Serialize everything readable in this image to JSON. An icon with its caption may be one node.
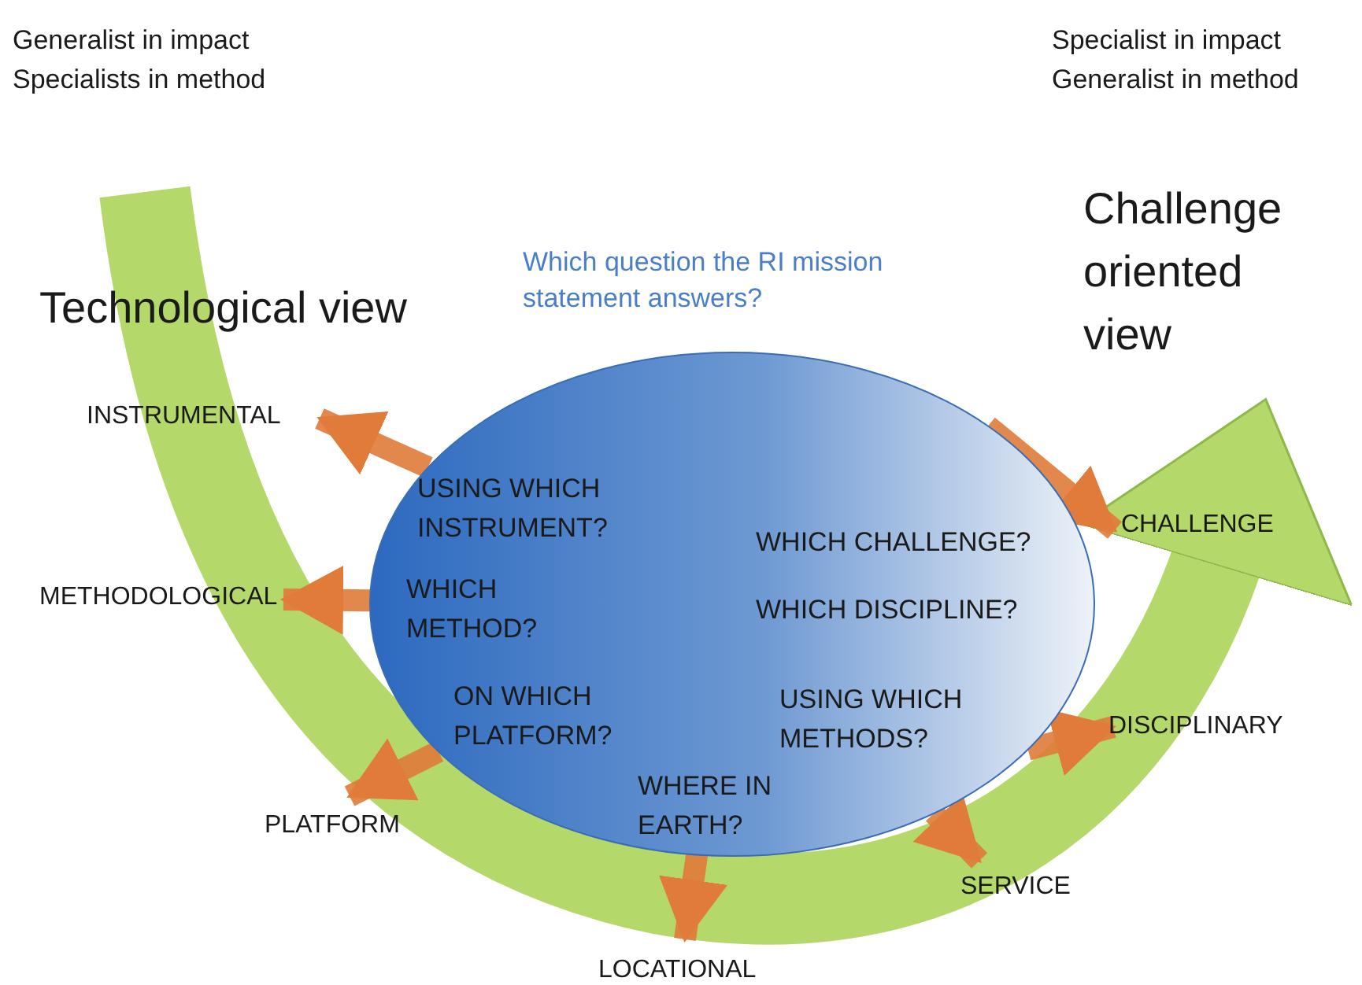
{
  "diagram": {
    "nodes": [
      {
        "text": [
          "Which question the RI mission statement answers?",
          "USING WHICH INSTRUMENT?",
          "WHICH CHALLENGE?",
          "WHICH METHOD?",
          "WHICH DISCIPLINE?",
          "ON WHICH PLATFORM?",
          "USING WHICH METHODS?",
          "WHERE IN EARTH?"
        ]
      },
      {
        "text": [
          "INSTRUMENTAL"
        ]
      },
      {
        "text": [
          "METHODOLOGICAL"
        ]
      },
      {
        "text": [
          "PLATFORM"
        ]
      },
      {
        "text": [
          "LOCATIONAL"
        ]
      },
      {
        "text": [
          "SERVICE"
        ]
      },
      {
        "text": [
          "DISCIPLINARY"
        ]
      },
      {
        "text": [
          "CHALLENGE"
        ]
      },
      {
        "text": [
          "Technological view"
        ]
      },
      {
        "text": [
          "Challenge oriented view"
        ]
      }
    ],
    "edges": [
      {
        "from": 0,
        "to": 1,
        "arrow": "to",
        "color": "#e07b3a"
      },
      {
        "from": 0,
        "to": 2,
        "arrow": "to",
        "color": "#e07b3a"
      },
      {
        "from": 0,
        "to": 3,
        "arrow": "to",
        "color": "#e07b3a"
      },
      {
        "from": 0,
        "to": 4,
        "arrow": "to",
        "color": "#e07b3a"
      },
      {
        "from": 0,
        "to": 5,
        "arrow": "to",
        "color": "#e07b3a"
      },
      {
        "from": 0,
        "to": 6,
        "arrow": "to",
        "color": "#e07b3a"
      },
      {
        "from": 0,
        "to": 7,
        "arrow": "to",
        "color": "#e07b3a"
      },
      {
        "from": 8,
        "to": 9,
        "arrow": "to",
        "style": "thick",
        "color": "#b5d86a"
      }
    ],
    "labels": [
      "Generalist in impact",
      "Specialists in method",
      "Specialist in impact",
      "Generalist in method"
    ]
  }
}
